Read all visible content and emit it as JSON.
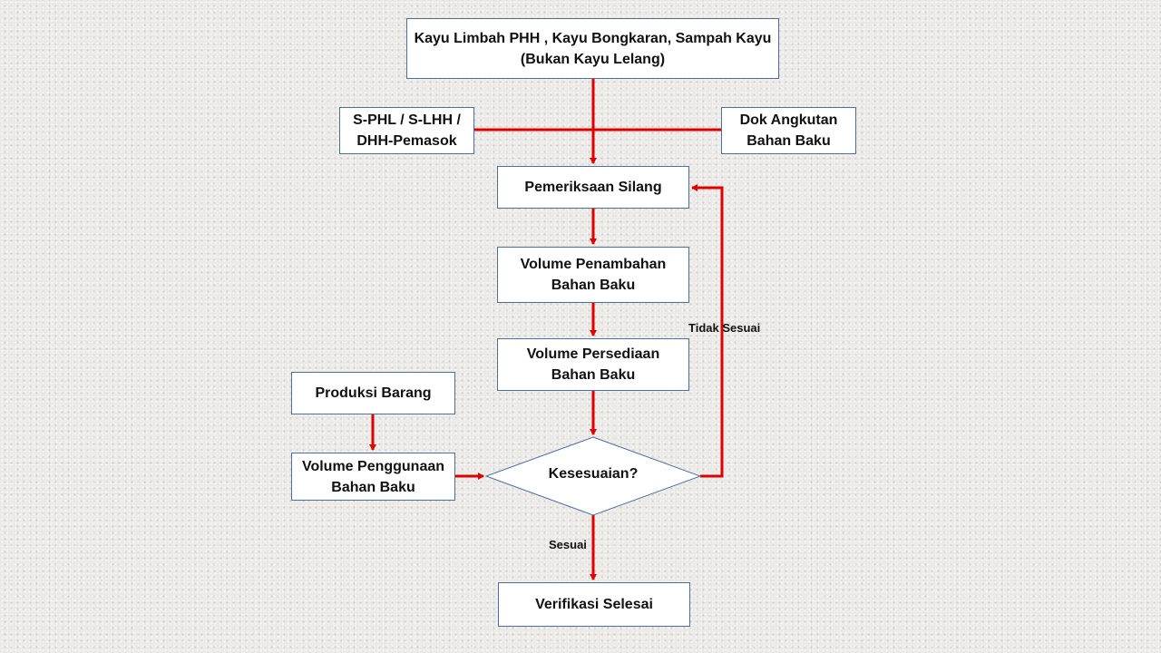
{
  "nodes": {
    "source": "Kayu Limbah PHH , Kayu Bongkaran, Sampah Kayu\n(Bukan Kayu Lelang)",
    "sphl": "S-PHL / S-LHH /\nDHH-Pemasok",
    "dok": "Dok Angkutan\nBahan Baku",
    "pemeriksaan": "Pemeriksaan Silang",
    "penambahan": "Volume Penambahan\nBahan Baku",
    "persediaan": "Volume Persediaan\nBahan Baku",
    "produksi": "Produksi Barang",
    "penggunaan": "Volume Penggunaan\nBahan Baku",
    "kesesuaian": "Kesesuaian?",
    "selesai": "Verifikasi Selesai"
  },
  "edge_labels": {
    "tidak_sesuai": "Tidak Sesuai",
    "sesuai": "Sesuai"
  },
  "colors": {
    "arrow": "#e00000",
    "box_border": "#4a6fa5",
    "box_fill": "#ffffff"
  }
}
